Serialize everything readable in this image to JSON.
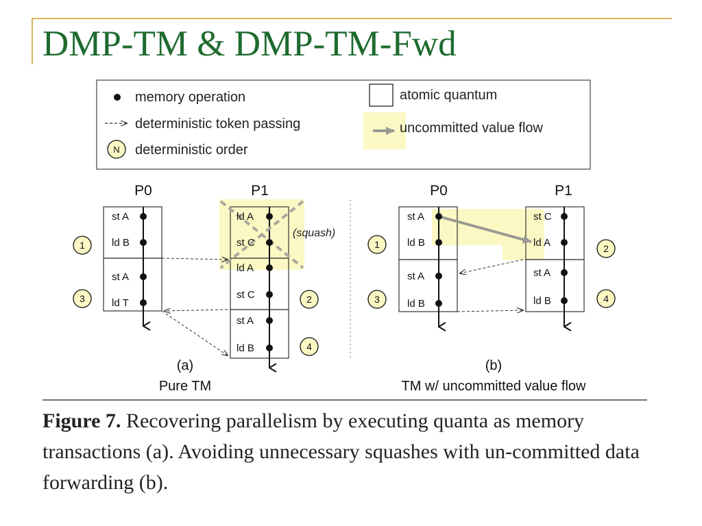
{
  "slide": {
    "title": "DMP-TM & DMP-TM-Fwd"
  },
  "legend": {
    "memory_operation": "memory operation",
    "token_passing": "deterministic token passing",
    "order_symbol": "N",
    "deterministic_order": "deterministic order",
    "atomic_quantum": "atomic quantum",
    "uncommitted_flow": "uncommitted value flow"
  },
  "panel_a": {
    "p0_label": "P0",
    "p1_label": "P1",
    "p0_ops": [
      "st A",
      "ld B",
      "st A",
      "ld T"
    ],
    "p1_ops": [
      "ld A",
      "st C",
      "ld A",
      "st C",
      "st A",
      "ld B"
    ],
    "order": [
      "1",
      "3",
      "2",
      "4"
    ],
    "squash": "(squash)",
    "letter": "(a)",
    "sublabel": "Pure TM"
  },
  "panel_b": {
    "p0_label": "P0",
    "p1_label": "P1",
    "p0_ops": [
      "st A",
      "ld B",
      "st A",
      "ld B"
    ],
    "p1_ops": [
      "st C",
      "ld A",
      "st A",
      "ld B"
    ],
    "order": [
      "1",
      "3",
      "2",
      "4"
    ],
    "letter": "(b)",
    "sublabel": "TM w/ uncommitted value flow"
  },
  "caption": {
    "label": "Figure 7.",
    "text": "Recovering parallelism by executing quanta as memory transactions (a). Avoiding unnecessary squashes with un-committed data forwarding (b)."
  },
  "colors": {
    "title": "#1e6b2f",
    "highlight": "#fbf8c4",
    "flow_arrow": "#9a9a92"
  }
}
